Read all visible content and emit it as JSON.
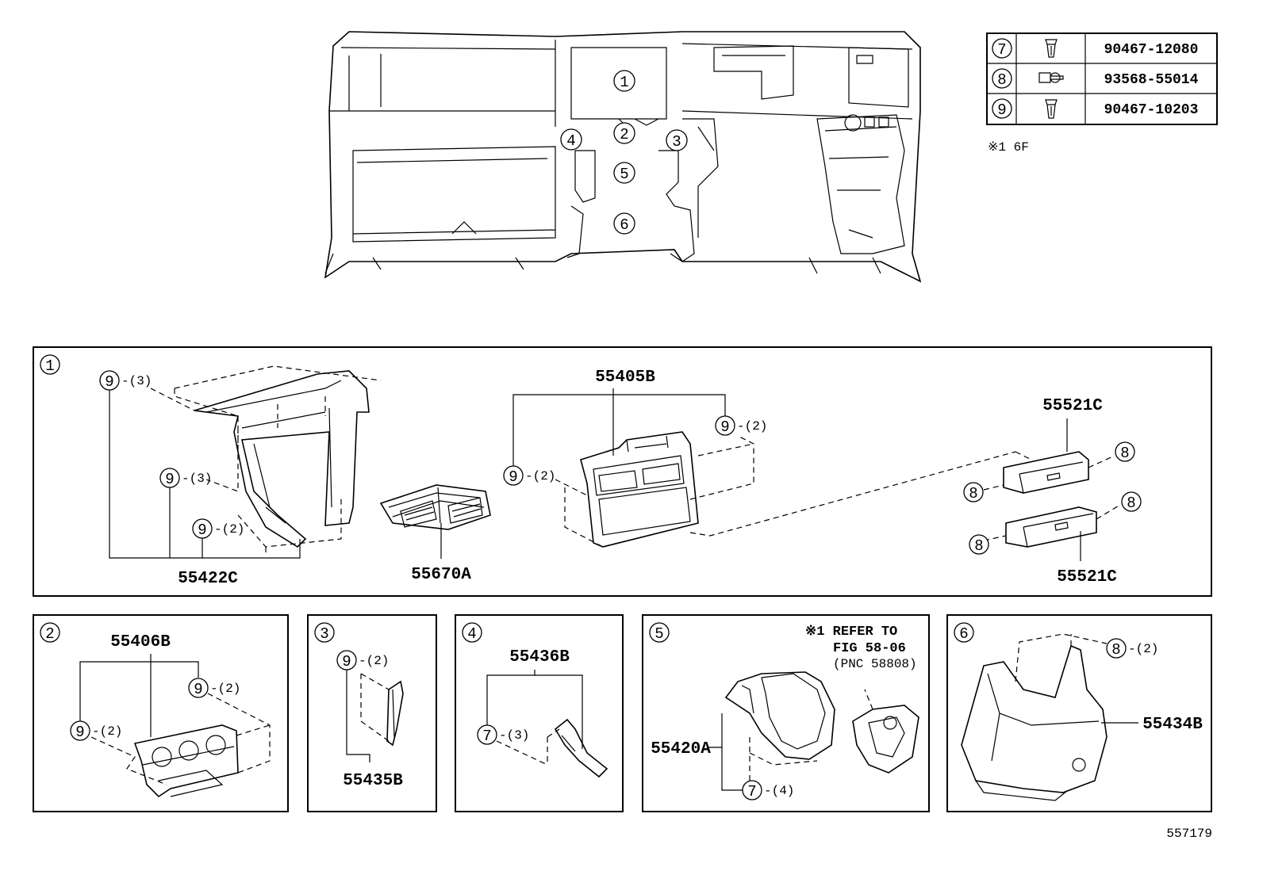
{
  "diagram_id": "557179",
  "fastener_table": [
    {
      "ref": "7",
      "icon": "push-clip-icon",
      "part_no": "90467-12080"
    },
    {
      "ref": "8",
      "icon": "screw-icon",
      "part_no": "93568-55014"
    },
    {
      "ref": "9",
      "icon": "push-clip-icon",
      "part_no": "90467-10203"
    }
  ],
  "table_note": "※1 6F",
  "overview_refs": [
    "1",
    "2",
    "3",
    "4",
    "5",
    "6"
  ],
  "panels": {
    "p1": {
      "ref": "1",
      "parts": {
        "a": "55422C",
        "b": "55670A",
        "c": "55405B",
        "d": "55521C",
        "e": "55521C"
      },
      "callouts": {
        "c1": "9",
        "c1q": "-(3)",
        "c2": "9",
        "c2q": "-(3)",
        "c3": "9",
        "c3q": "-(2)",
        "c4": "9",
        "c4q": "-(2)",
        "c5": "9",
        "c5q": "-(2)",
        "c6": "8",
        "c7": "8",
        "c8": "8",
        "c9": "8"
      }
    },
    "p2": {
      "ref": "2",
      "part": "55406B",
      "callouts": {
        "c1": "9",
        "c1q": "-(2)",
        "c2": "9",
        "c2q": "-(2)"
      }
    },
    "p3": {
      "ref": "3",
      "part": "55435B",
      "callouts": {
        "c1": "9",
        "c1q": "-(2)"
      }
    },
    "p4": {
      "ref": "4",
      "part": "55436B",
      "callouts": {
        "c1": "7",
        "c1q": "-(3)"
      }
    },
    "p5": {
      "ref": "5",
      "part": "55420A",
      "callouts": {
        "c1": "7",
        "c1q": "-(4)"
      },
      "note": {
        "l1": "※1 REFER TO",
        "l2": "FIG 58-06",
        "l3": "(PNC 58808)"
      }
    },
    "p6": {
      "ref": "6",
      "part": "55434B",
      "callouts": {
        "c1": "8",
        "c1q": "-(2)"
      }
    }
  }
}
